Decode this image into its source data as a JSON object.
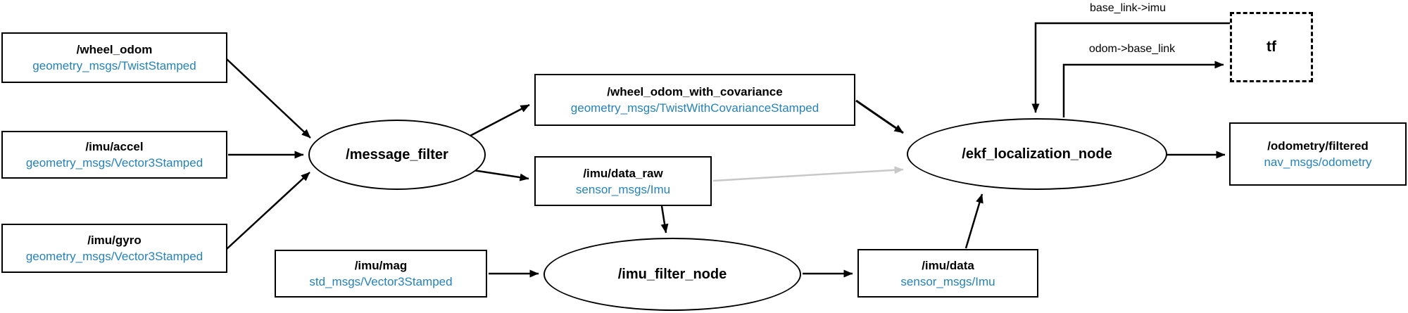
{
  "diagram": {
    "colors": {
      "background": "#ffffff",
      "node_border": "#000000",
      "topic_name_text": "#000000",
      "message_type_text": "#2582b9",
      "edge": "#000000",
      "inactive_edge": "#c8c8c8"
    },
    "nodes": {
      "wheel_odom": {
        "topic": "/wheel_odom",
        "type": "geometry_msgs/TwistStamped"
      },
      "imu_accel": {
        "topic": "/imu/accel",
        "type": "geometry_msgs/Vector3Stamped"
      },
      "imu_gyro": {
        "topic": "/imu/gyro",
        "type": "geometry_msgs/Vector3Stamped"
      },
      "message_filter": {
        "label": "/message_filter"
      },
      "wheel_odom_with_covariance": {
        "topic": "/wheel_odom_with_covariance",
        "type": "geometry_msgs/TwistWithCovarianceStamped"
      },
      "imu_data_raw": {
        "topic": "/imu/data_raw",
        "type": "sensor_msgs/Imu"
      },
      "imu_mag": {
        "topic": "/imu/mag",
        "type": "std_msgs/Vector3Stamped"
      },
      "imu_filter_node": {
        "label": "/imu_filter_node"
      },
      "imu_data": {
        "topic": "/imu/data",
        "type": "sensor_msgs/Imu"
      },
      "ekf_localization_node": {
        "label": "/ekf_localization_node"
      },
      "odometry_filtered": {
        "topic": "/odometry/filtered",
        "type": "nav_msgs/odometry"
      },
      "tf": {
        "label": "tf"
      }
    },
    "edge_labels": {
      "base_link_imu": "base_link->imu",
      "odom_base_link": "odom->base_link"
    }
  }
}
